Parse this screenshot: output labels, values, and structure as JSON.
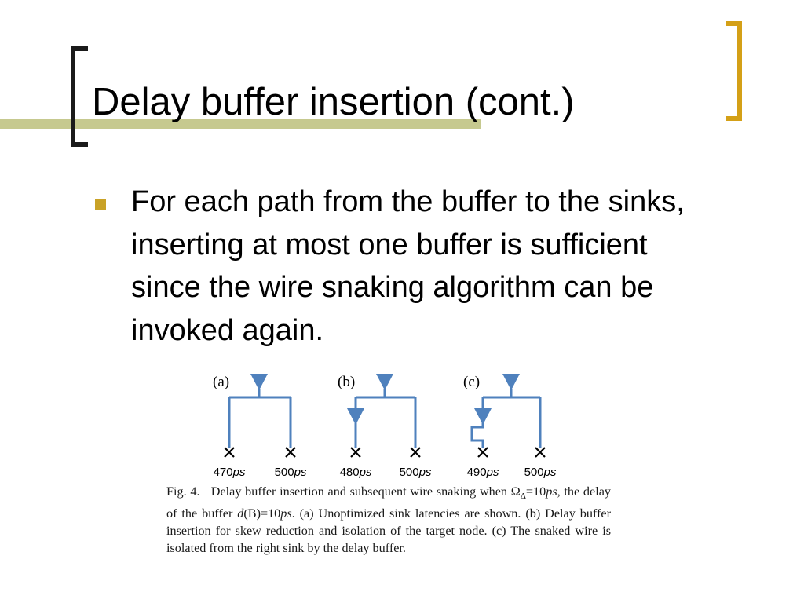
{
  "slide": {
    "title": "Delay buffer insertion (cont.)",
    "bullet": "For each path from the buffer to the sinks, inserting at most one buffer is sufficient since the wire snaking algorithm can be invoked again."
  },
  "figure": {
    "panels": [
      {
        "label": "(a)",
        "latencies": [
          "470",
          "500"
        ]
      },
      {
        "label": "(b)",
        "latencies": [
          "480",
          "500"
        ]
      },
      {
        "label": "(c)",
        "latencies": [
          "490",
          "500"
        ]
      }
    ],
    "latency_unit": "ps",
    "caption": {
      "fig_label": "Fig. 4.",
      "lead": "Delay buffer insertion and subsequent wire snaking when",
      "omega": "Ω",
      "omega_sub": "Δ",
      "omega_eq": "=10",
      "ps_unit": "ps",
      "mid": ", the delay of the buffer ",
      "d_expr": "d",
      "d_arg": "(B)",
      "d_eq": "=10",
      "rest": ". (a) Unoptimized sink latencies are shown. (b) Delay buffer insertion for skew reduction and isolation of the target node. (c) The snaked wire is isolated from the right sink by the delay buffer."
    }
  },
  "colors": {
    "accent_olive": "#c6c98f",
    "bracket_dark": "#1a1a1a",
    "bracket_gold": "#d4a017",
    "bullet": "#c9a227",
    "wire_blue": "#4f81bd"
  }
}
